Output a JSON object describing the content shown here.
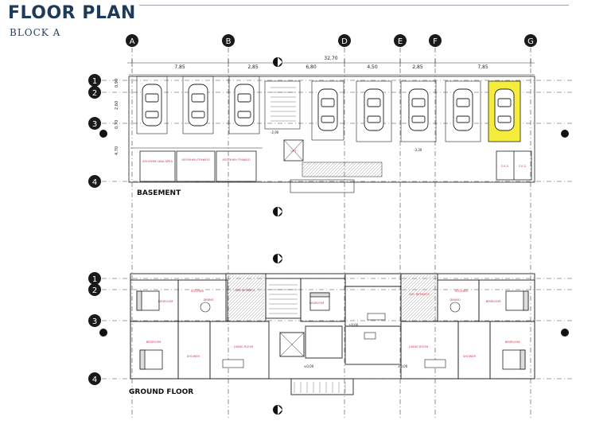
{
  "header": {
    "title": "FLOOR PLAN",
    "subtitle": "BLOCK A"
  },
  "grid_columns": [
    "A",
    "B",
    "D",
    "E",
    "F",
    "G"
  ],
  "grid_rows": [
    "1",
    "2",
    "3",
    "4"
  ],
  "dimensions": {
    "overall": "32,70",
    "segments": [
      "7,85",
      "2,85",
      "6,80",
      "4,50",
      "2,85",
      "7,85"
    ],
    "side": [
      "0,90",
      "2,60",
      "0,70",
      "4,70"
    ]
  },
  "basement": {
    "label": "BASEMENT",
    "levels": [
      "-2,90",
      "-3,30"
    ],
    "rooms": [
      "ΑΠΟΘΗΚΗ ΑΝΑ ΑΡΕΑ",
      "ΑΠΟΘΗΚΗ ΓΡΑΦΕΙΟ",
      "ΑΠΟΘΗΚΗ ΓΡΑΦΕΙΟ",
      "LIFT",
      "Σ.Κ.Σ.",
      "Σ.Κ.Σ."
    ],
    "highlight_color": "#f5ec3c"
  },
  "ground_floor": {
    "label": "GROUND FLOOR",
    "levels": [
      "±0,00",
      "±0,00",
      "±0,00"
    ],
    "rooms": [
      "BEDROOM",
      "KITCHEN",
      "DINING",
      "ΑΙΘ. ΒΕΡΑΝΤΑ",
      "BEDROOM",
      "LIVING ROOM",
      "BEDROOM",
      "SHOWER",
      "ΑΙΘ. ΒΕΡΑΝΤΑ",
      "KITCHEN",
      "DINING",
      "BEDROOM",
      "LIVING ROOM",
      "SHOWER",
      "BEDROOM"
    ]
  },
  "colors": {
    "title": "#1d3a5a",
    "line": "#222222",
    "room_label": "#d2334b"
  }
}
